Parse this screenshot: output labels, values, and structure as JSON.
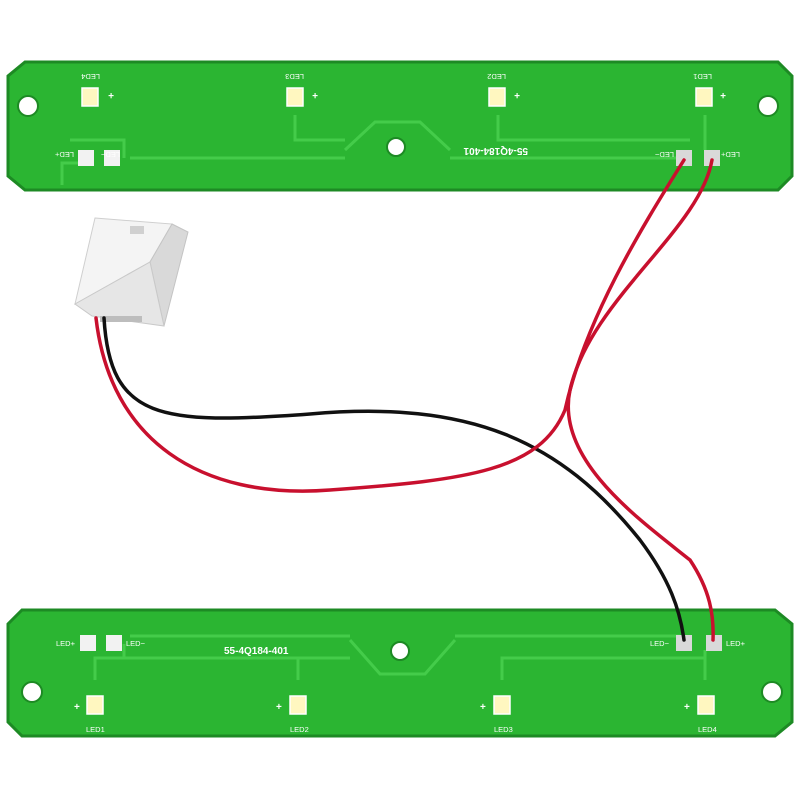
{
  "top_board": {
    "part_number": "55-4Q184-401",
    "leds": [
      {
        "label": "LED4",
        "polarity": "+"
      },
      {
        "label": "LED3",
        "polarity": "+"
      },
      {
        "label": "LED2",
        "polarity": "+"
      },
      {
        "label": "LED1",
        "polarity": "+"
      }
    ],
    "left_pad_plus": "LED+",
    "left_pad_minus": "LED−",
    "right_pad_minus": "LED−",
    "right_pad_plus": "LED+"
  },
  "bottom_board": {
    "part_number": "55-4Q184-401",
    "leds": [
      {
        "label": "LED1",
        "polarity": "+"
      },
      {
        "label": "LED2",
        "polarity": "+"
      },
      {
        "label": "LED3",
        "polarity": "+"
      },
      {
        "label": "LED4",
        "polarity": "+"
      }
    ],
    "left_pad_plus": "LED+",
    "left_pad_minus": "LED−",
    "right_pad_minus": "LED−",
    "right_pad_plus": "LED+"
  },
  "colors": {
    "pcb": "#2bb532",
    "pcb_edge": "#1d8a24",
    "trace": "#44cc4a",
    "wire_red": "#c8102e",
    "wire_black": "#111111",
    "connector": "#ebebeb",
    "led": "#fff7c0"
  }
}
